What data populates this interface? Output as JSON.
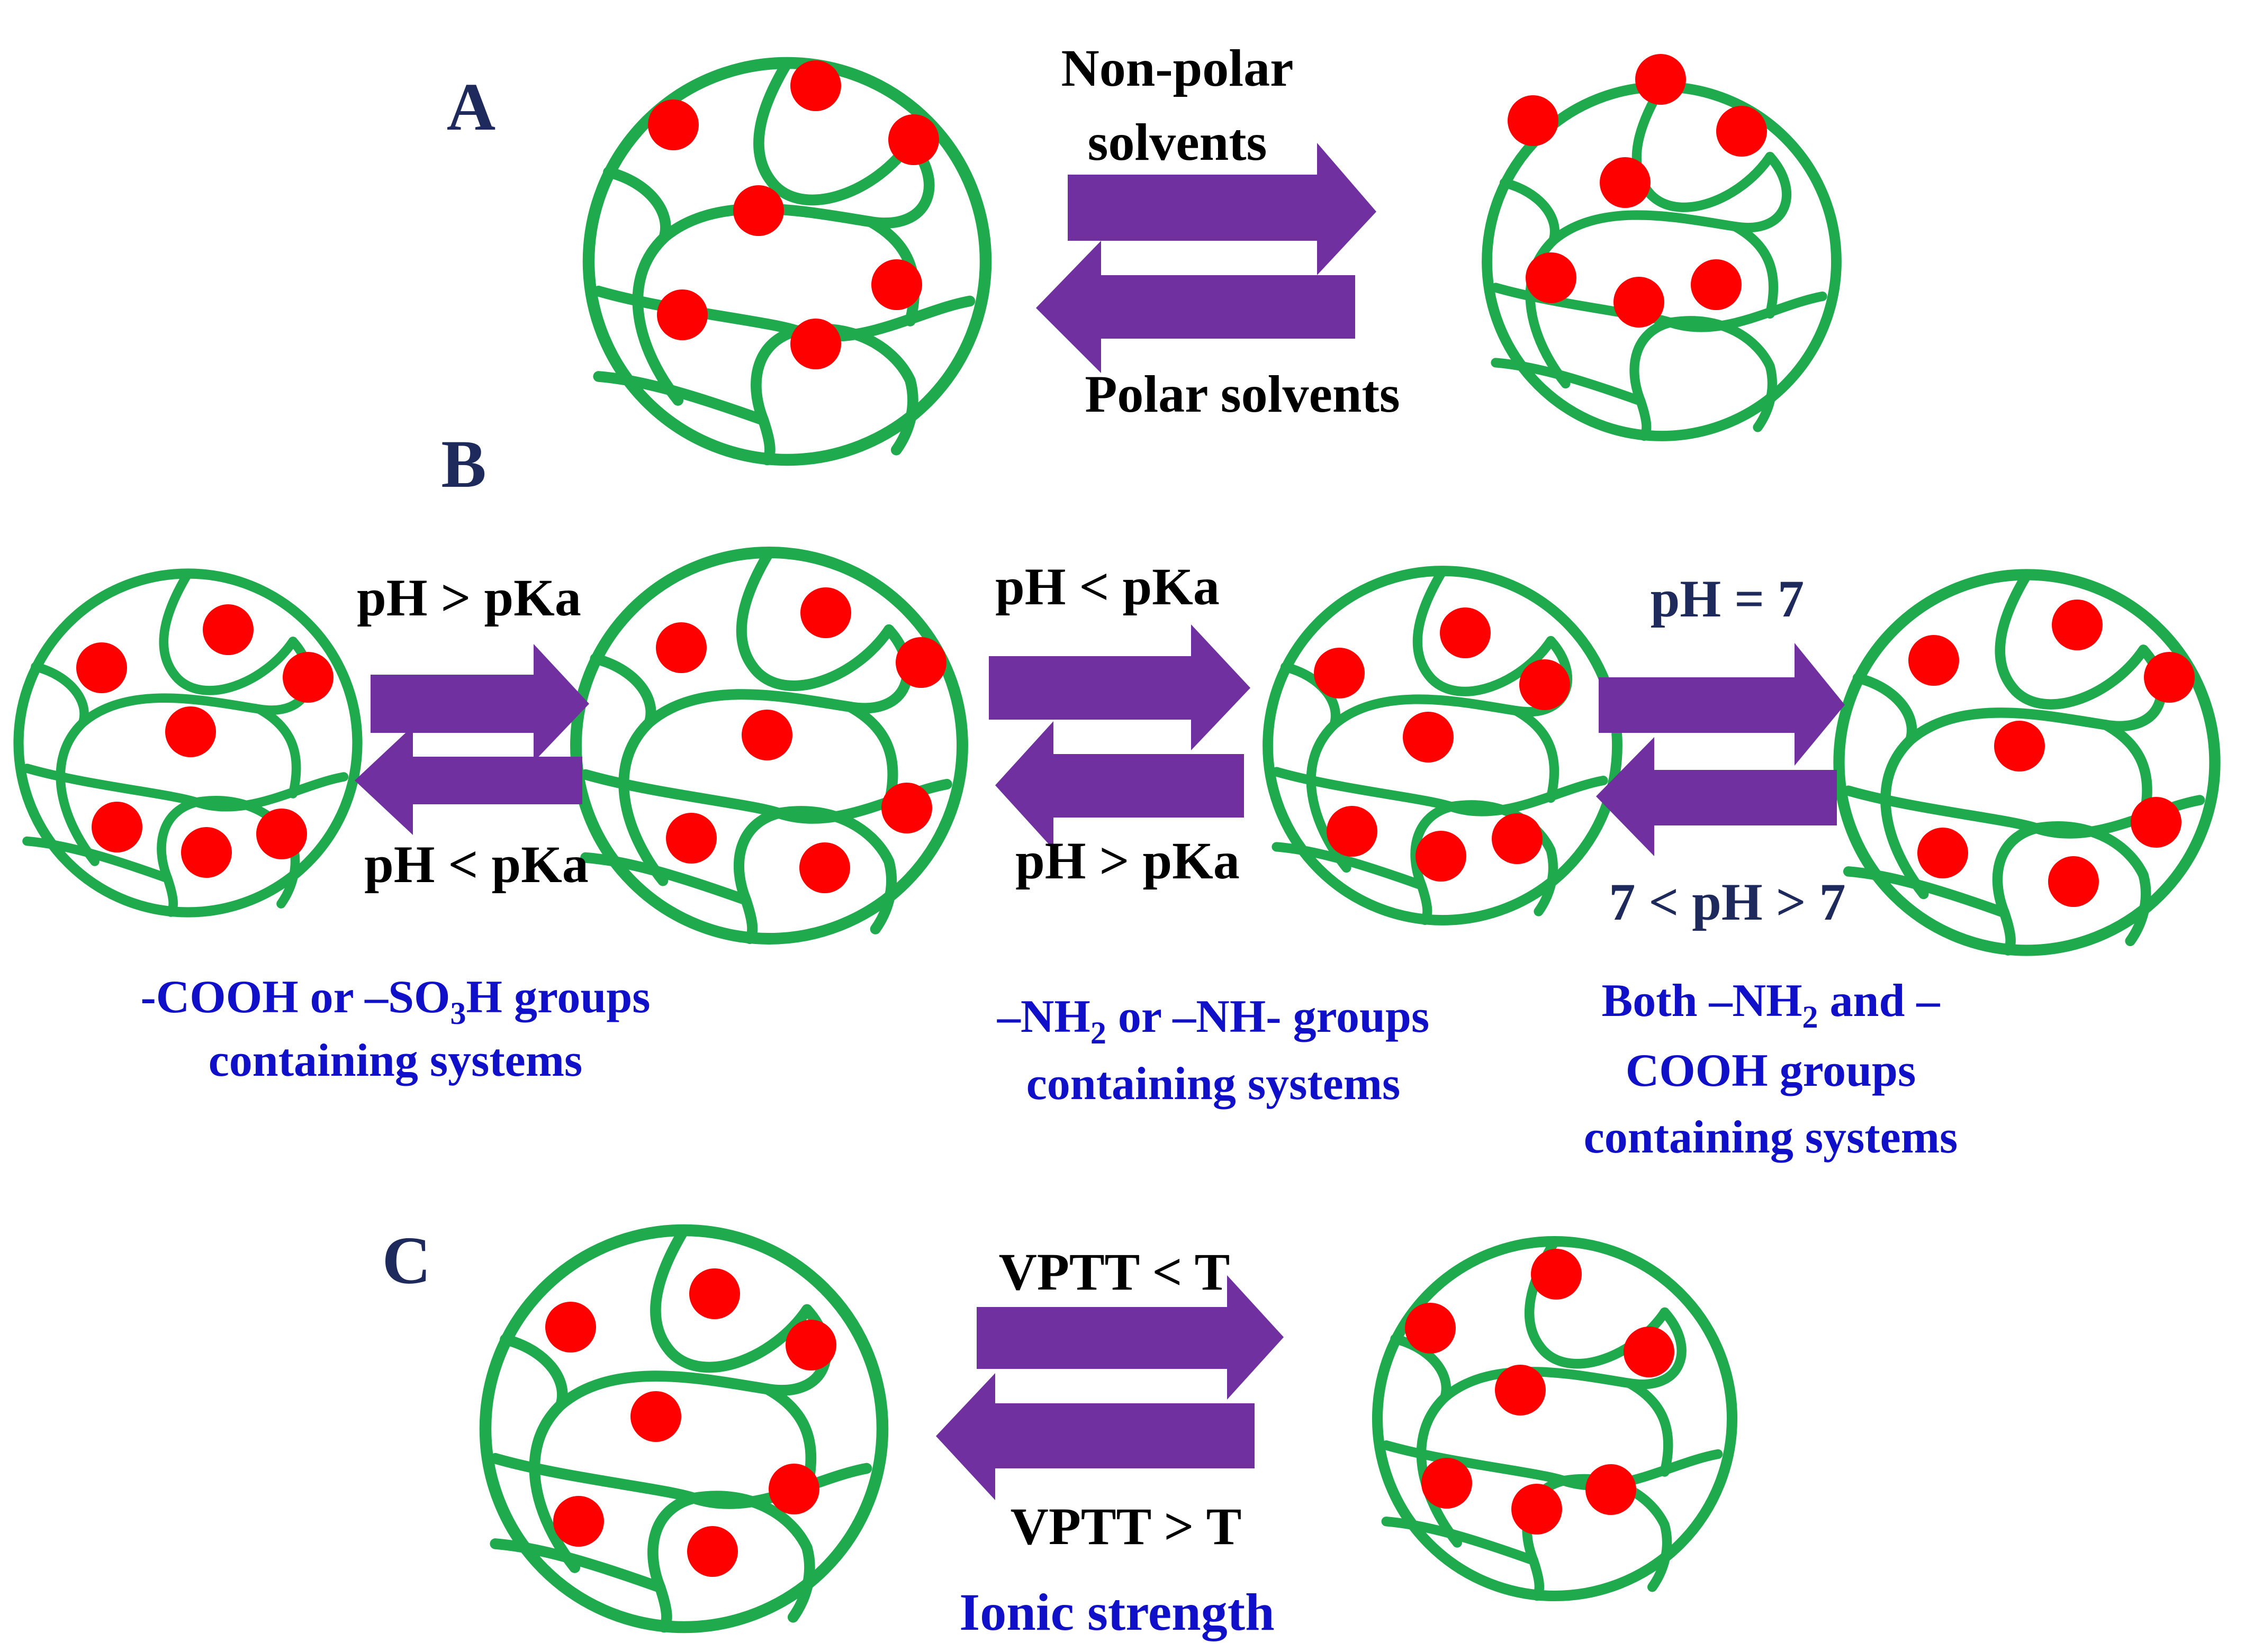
{
  "colors": {
    "membrane": "#1faa4d",
    "particle": "#ff0000",
    "arrow": "#7030a0",
    "section_letter": "#1f2a5c",
    "condition_text": "#000000",
    "group_text": "#1010c8",
    "condition_text_navy": "#1f2a5c"
  },
  "section_a": {
    "letter": "A",
    "forward_label_line1": "Non-polar",
    "forward_label_line2": "solvents",
    "reverse_label": "Polar solvents"
  },
  "section_b": {
    "letter": "B",
    "acid": {
      "forward_label": "pH > pKa",
      "reverse_label": "pH < pKa",
      "caption_line1_pre": "-COOH or –SO",
      "caption_line1_sub": "3",
      "caption_line1_post": "H groups",
      "caption_line2": "containing systems"
    },
    "base": {
      "forward_label": "pH < pKa",
      "reverse_label": "pH > pKa",
      "caption_line1_pre": "–NH",
      "caption_line1_sub": "2",
      "caption_line1_post": " or –NH- groups",
      "caption_line2": "containing systems"
    },
    "amphoteric": {
      "forward_label": "pH = 7",
      "reverse_label": "7 < pH > 7",
      "caption_line1_pre": "Both –NH",
      "caption_line1_sub": "2",
      "caption_line1_post": " and –",
      "caption_line2": "COOH groups",
      "caption_line3": "containing systems"
    }
  },
  "section_c": {
    "letter": "C",
    "forward_label": "VPTT < T",
    "reverse_label": "VPTT > T",
    "extra_label": "Ionic strength"
  }
}
